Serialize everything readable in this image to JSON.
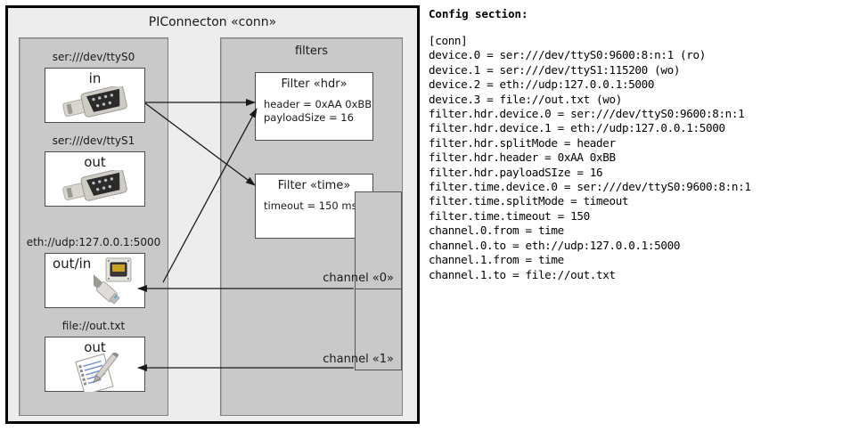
{
  "diagram": {
    "title": "PIConnecton «conn»",
    "devices_panel": {
      "title": "",
      "items": [
        {
          "label": "ser:///dev/ttyS0",
          "io": "in",
          "icon": "serial-db9-icon"
        },
        {
          "label": "ser:///dev/ttyS1",
          "io": "out",
          "icon": "serial-db9-icon"
        },
        {
          "label": "eth://udp:127.0.0.1:5000",
          "io": "out/in",
          "icon": "ethernet-rj45-icon"
        },
        {
          "label": "file://out.txt",
          "io": "out",
          "icon": "text-file-icon"
        }
      ]
    },
    "filters_panel": {
      "title": "filters",
      "filters": [
        {
          "title": "Filter «hdr»",
          "props": "header = 0xAA 0xBB\npayloadSize = 16"
        },
        {
          "title": "Filter «time»",
          "props": "timeout = 150 ms"
        }
      ],
      "channels": [
        {
          "label": "channel «0»"
        },
        {
          "label": "channel «1»"
        }
      ]
    },
    "colors": {
      "outer_bg": "#ededed",
      "panel_bg": "#c9c9c9",
      "box_bg": "#ffffff",
      "border": "#000000",
      "arrow": "#1a1a1a"
    }
  },
  "config": {
    "heading": "Config section:",
    "lines": "[conn]\ndevice.0 = ser:///dev/ttyS0:9600:8:n:1 (ro)\ndevice.1 = ser:///dev/ttyS1:115200 (wo)\ndevice.2 = eth://udp:127.0.0.1:5000\ndevice.3 = file://out.txt (wo)\nfilter.hdr.device.0 = ser:///dev/ttyS0:9600:8:n:1\nfilter.hdr.device.1 = eth://udp:127.0.0.1:5000\nfilter.hdr.splitMode = header\nfilter.hdr.header = 0xAA 0xBB\nfilter.hdr.payloadSIze = 16\nfilter.time.device.0 = ser:///dev/ttyS0:9600:8:n:1\nfilter.time.splitMode = timeout\nfilter.time.timeout = 150\nchannel.0.from = time\nchannel.0.to = eth://udp:127.0.0.1:5000\nchannel.1.from = time\nchannel.1.to = file://out.txt"
  }
}
